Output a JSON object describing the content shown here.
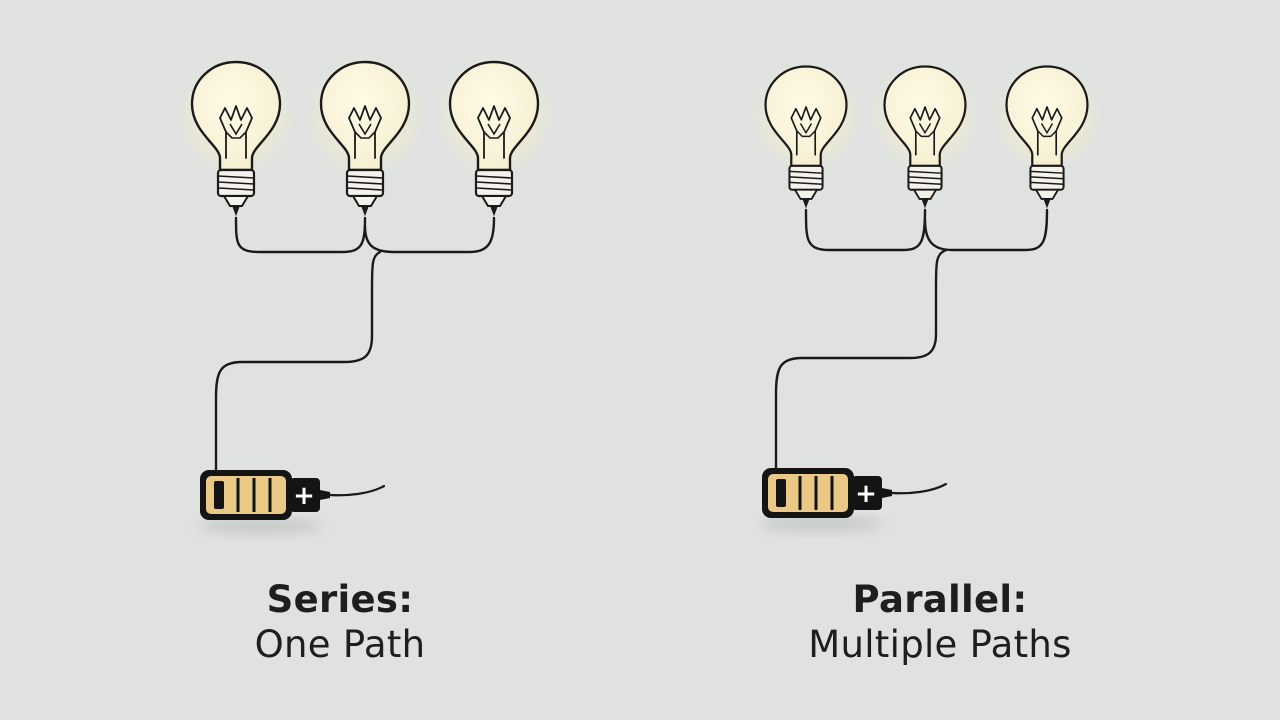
{
  "diagrams": {
    "series": {
      "heading": "Series:",
      "subheading": "One Path",
      "bulb_count": 3
    },
    "parallel": {
      "heading": "Parallel:",
      "subheading": "Multiple Paths",
      "bulb_count": 3
    }
  },
  "battery": {
    "terminal_symbol": "+"
  },
  "icons": [
    "light-bulb-icon",
    "battery-icon",
    "wire"
  ],
  "colors": {
    "background": "#dfe2e0",
    "line": "#1a1a1a",
    "bulb_glow": "#fff6c8",
    "battery_fill": "#e9c985"
  }
}
